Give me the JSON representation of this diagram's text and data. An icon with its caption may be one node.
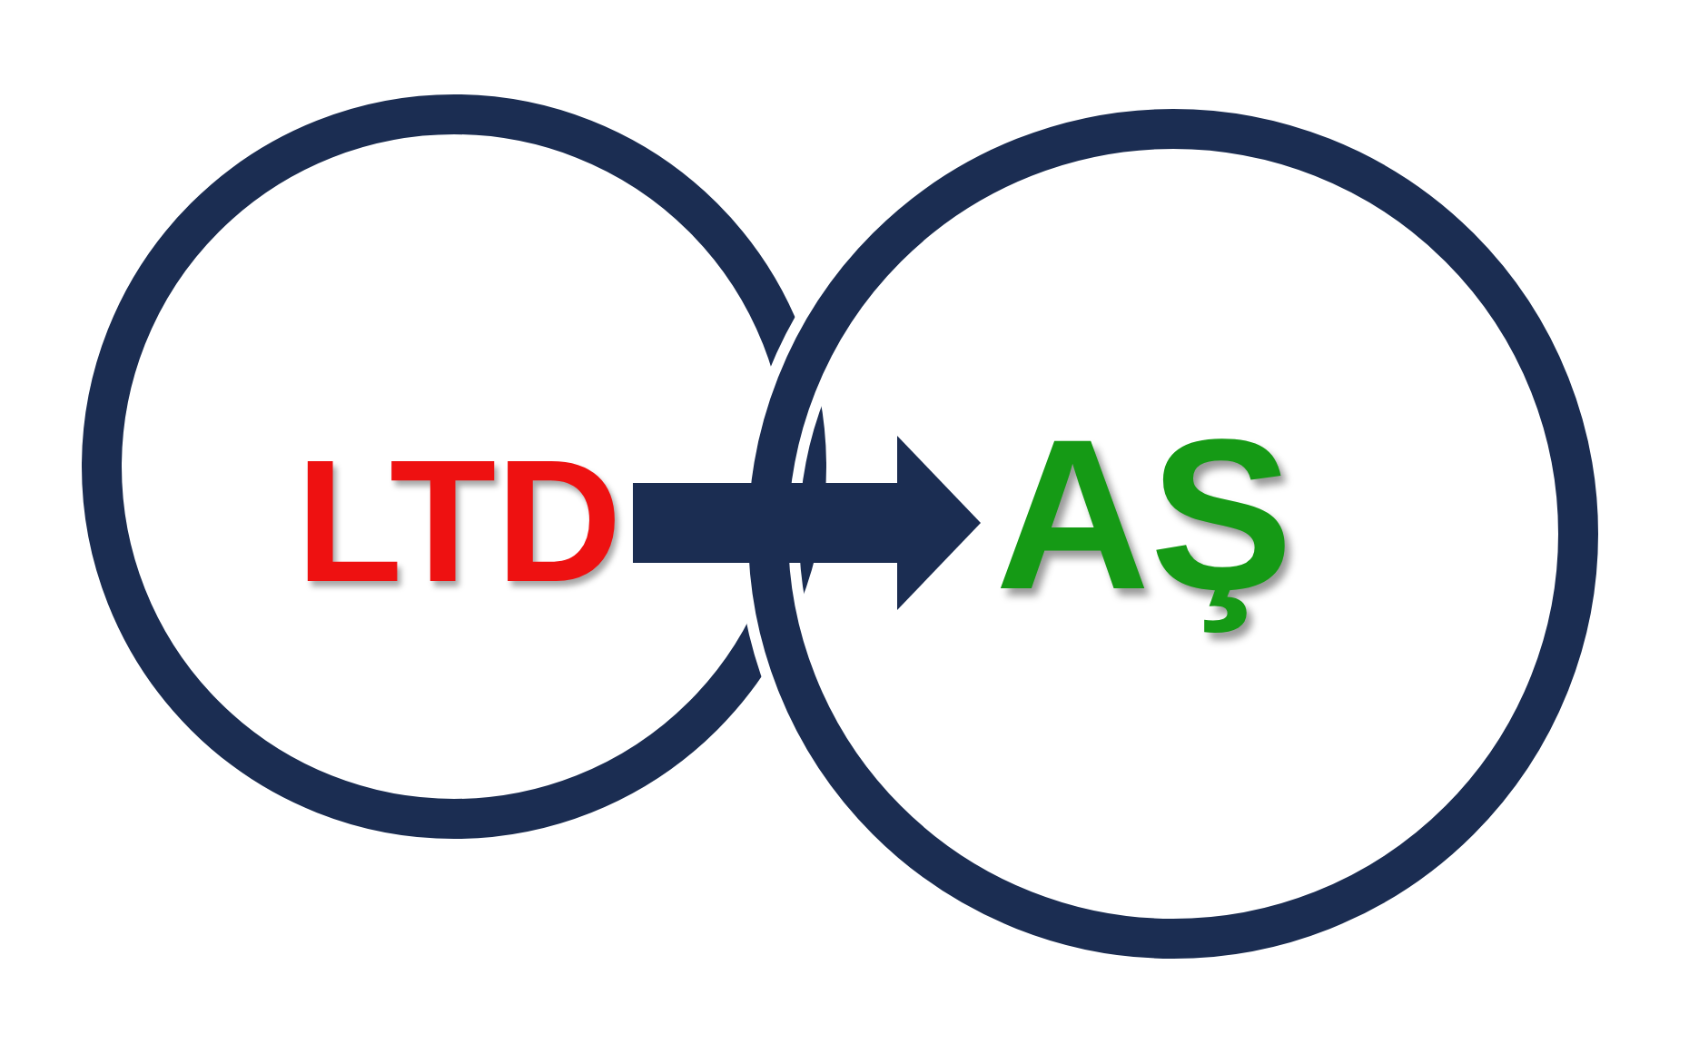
{
  "diagram": {
    "nodes": [
      {
        "text": [
          "LTD"
        ]
      },
      {
        "text": [
          "AŞ"
        ]
      }
    ],
    "edges": [
      {
        "from": 0,
        "to": 1,
        "arrow": "to"
      }
    ]
  }
}
